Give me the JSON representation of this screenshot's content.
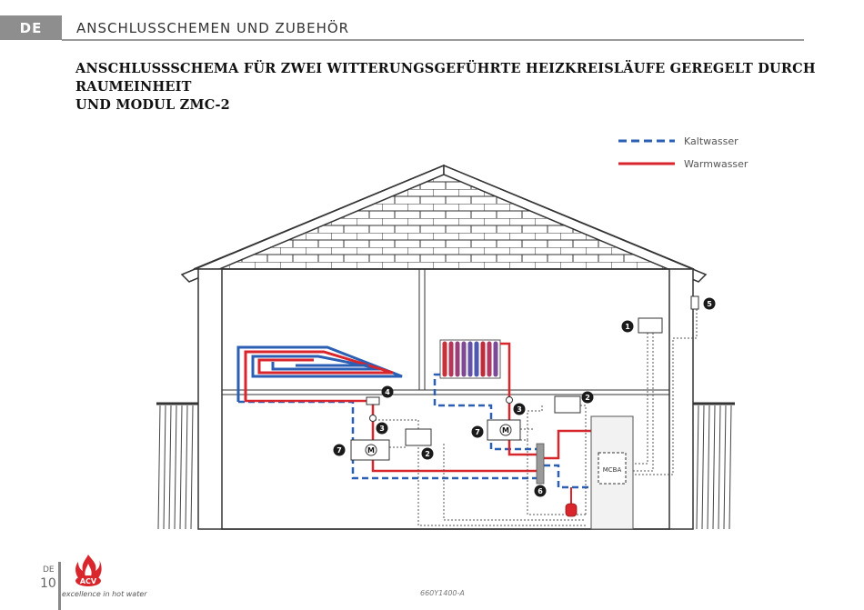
{
  "header": {
    "lang": "DE",
    "section_title": "ANSCHLUSSCHEMEN UND ZUBEHÖR"
  },
  "title": {
    "line1": "ANSCHLUSSSCHEMA FÜR ZWEI WITTERUNGSGEFÜHRTE HEIZKREISLÄUFE GEREGELT DURCH  RAUMEINHEIT",
    "line2": "UND MODUL ZMC-2"
  },
  "legend": {
    "cold": "Kaltwasser",
    "warm": "Warmwasser"
  },
  "colors": {
    "cold": "#2b5fb4",
    "warm": "#d8262c",
    "badge": "#1a1a1a",
    "header_tab": "#8e8e8e"
  },
  "diagram": {
    "markers": [
      "1",
      "2",
      "3",
      "4",
      "5",
      "6",
      "7"
    ],
    "mcba_label": "MCBA",
    "motor_label": "M"
  },
  "footer": {
    "lang": "DE",
    "page": "10",
    "brand": "ACV",
    "tagline": "excellence in hot water",
    "doc_code": "660Y1400-A"
  }
}
